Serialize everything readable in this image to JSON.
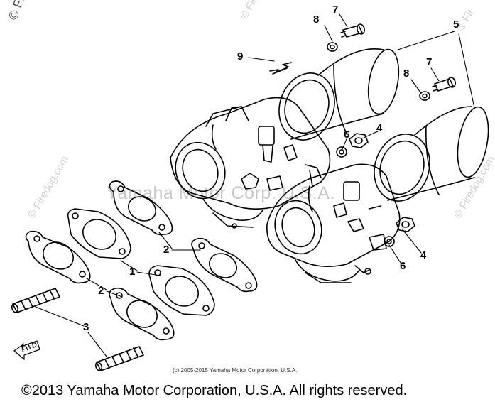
{
  "watermarks": {
    "corner_tl": "© Firedog",
    "corner_tr": "© Firedog.com",
    "side_left": "© Firedog.com",
    "side_right": "© Firedog.com",
    "center": "Yamaha Motor Corp. U.S.A."
  },
  "callouts": {
    "c1": "1",
    "c2a": "2",
    "c2b": "2",
    "c3": "3",
    "c4a": "4",
    "c4b": "4",
    "c5": "5",
    "c6a": "6",
    "c6b": "6",
    "c7a": "7",
    "c7b": "7",
    "c8a": "8",
    "c8b": "8",
    "c9": "9"
  },
  "fwd_label": "FWD",
  "credit": "(c) 2005-2015 Yamaha Motor Corporation, U.S.A.",
  "copyright": "©2013 Yamaha Motor Corporation, U.S.A. All rights reserved."
}
